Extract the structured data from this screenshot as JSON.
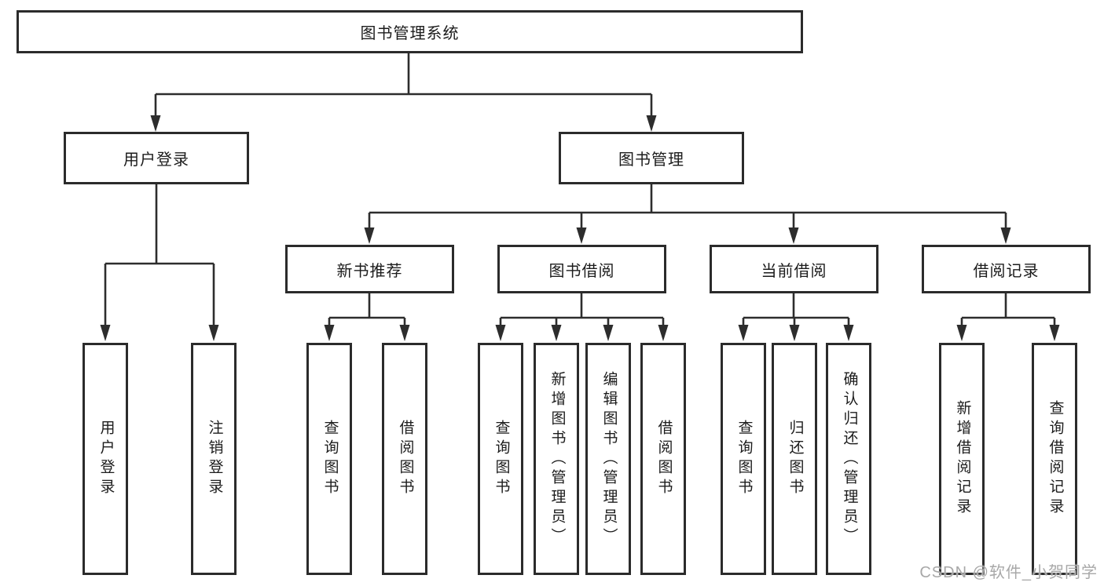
{
  "diagram": {
    "root": {
      "label": "图书管理系统"
    },
    "branches": [
      {
        "label": "用户登录",
        "children": [
          {
            "label": "用户登录"
          },
          {
            "label": "注销登录"
          }
        ]
      },
      {
        "label": "图书管理",
        "children": [
          {
            "label": "新书推荐",
            "children": [
              {
                "label": "查询图书"
              },
              {
                "label": "借阅图书"
              }
            ]
          },
          {
            "label": "图书借阅",
            "children": [
              {
                "label": "查询图书"
              },
              {
                "label": "新增图书（管理员）"
              },
              {
                "label": "编辑图书（管理员）"
              },
              {
                "label": "借阅图书"
              }
            ]
          },
          {
            "label": "当前借阅",
            "children": [
              {
                "label": "查询图书"
              },
              {
                "label": "归还图书"
              },
              {
                "label": "确认归还（管理员）"
              }
            ]
          },
          {
            "label": "借阅记录",
            "children": [
              {
                "label": "新增借阅记录"
              },
              {
                "label": "查询借阅记录"
              }
            ]
          }
        ]
      }
    ],
    "watermark": "CSDN @软件_小贺同学",
    "colors": {
      "line": "#2d2d2d",
      "box_border": "#2b2b2b",
      "box_fill": "#ffffff",
      "text": "#1c1c1c",
      "watermark": "#a8a8a8",
      "background": "#ffffff"
    }
  }
}
